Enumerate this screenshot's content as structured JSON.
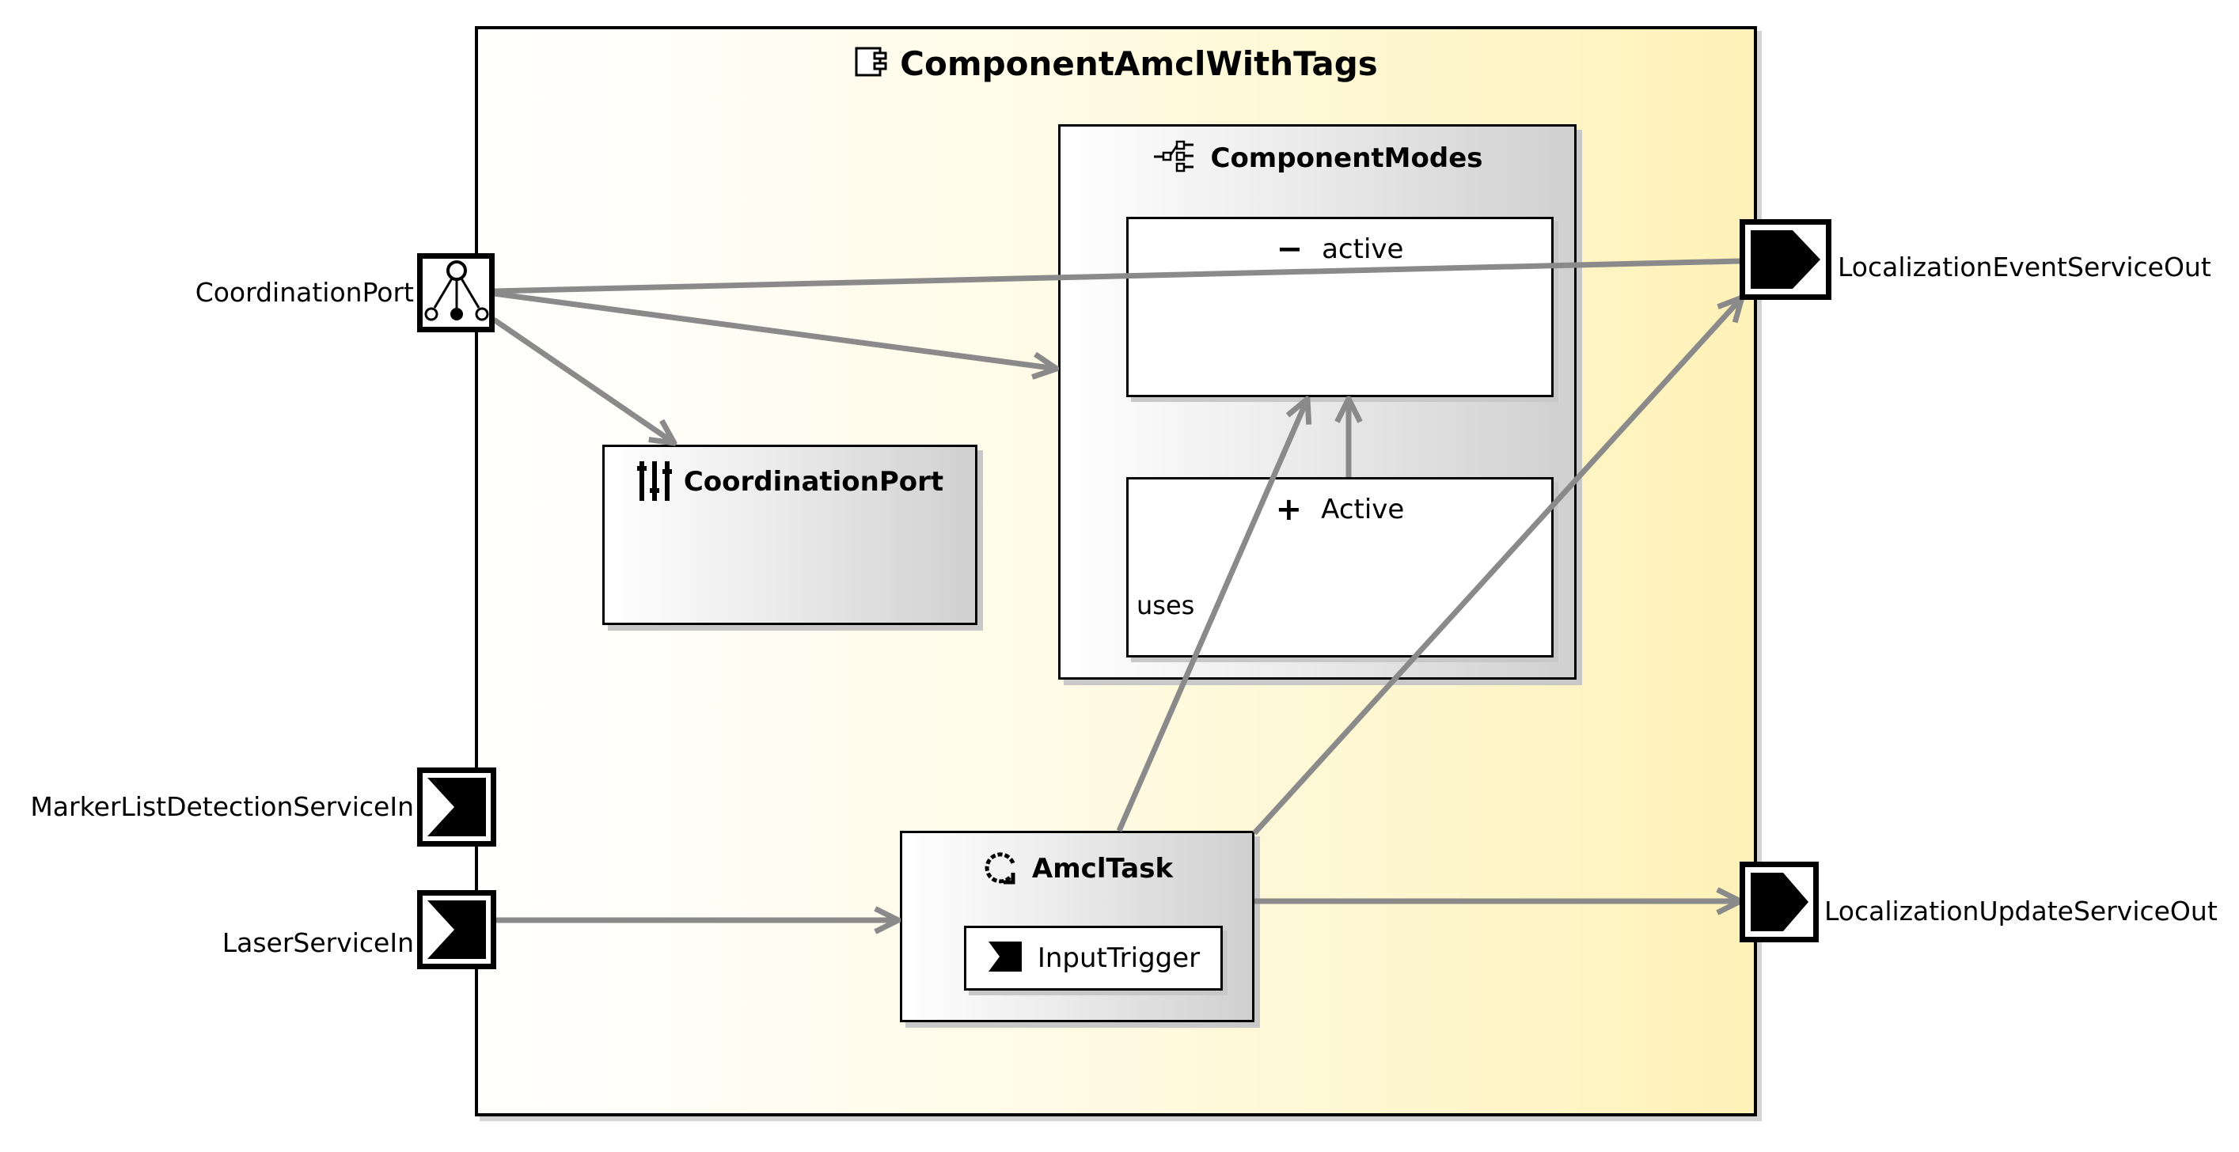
{
  "diagram": {
    "component": {
      "name": "ComponentAmclWithTags",
      "icon": "component-icon"
    },
    "colors": {
      "container_fill_end": "#fef2b8",
      "edge": "#8a8a8a",
      "border": "#000000"
    },
    "ports_in": [
      {
        "name": "CoordinationPort",
        "kind": "coordination-port",
        "icon": "coordination-port-icon"
      },
      {
        "name": "MarkerListDetectionServiceIn",
        "kind": "input-service-port",
        "icon": "input-port-icon"
      },
      {
        "name": "LaserServiceIn",
        "kind": "input-service-port",
        "icon": "input-port-icon"
      }
    ],
    "ports_out": [
      {
        "name": "LocalizationEventServiceOut",
        "kind": "output-service-port",
        "icon": "output-port-icon"
      },
      {
        "name": "LocalizationUpdateServiceOut",
        "kind": "output-service-port",
        "icon": "output-port-icon"
      }
    ],
    "coordination_box": {
      "name": "CoordinationPort",
      "icon": "sliders-icon"
    },
    "modes": {
      "name": "ComponentModes",
      "icon": "mode-tree-icon",
      "states": [
        {
          "symbol": "−",
          "name": "active",
          "icon": "minus-icon"
        },
        {
          "symbol": "+",
          "name": "Active",
          "icon": "plus-icon",
          "note": "uses"
        }
      ]
    },
    "task": {
      "name": "AmclTask",
      "icon": "task-cycle-icon",
      "trigger": {
        "name": "InputTrigger",
        "icon": "input-port-icon"
      }
    },
    "edges": [
      {
        "from": "CoordinationPort",
        "to": "LocalizationEventServiceOut"
      },
      {
        "from": "CoordinationPort",
        "to": "ComponentModes"
      },
      {
        "from": "CoordinationPort",
        "to": "CoordinationPort (box)"
      },
      {
        "from": "Active",
        "to": "active"
      },
      {
        "from": "AmclTask",
        "to": "active"
      },
      {
        "from": "AmclTask",
        "to": "LocalizationEventServiceOut"
      },
      {
        "from": "LaserServiceIn",
        "to": "AmclTask"
      },
      {
        "from": "AmclTask",
        "to": "LocalizationUpdateServiceOut"
      }
    ]
  }
}
